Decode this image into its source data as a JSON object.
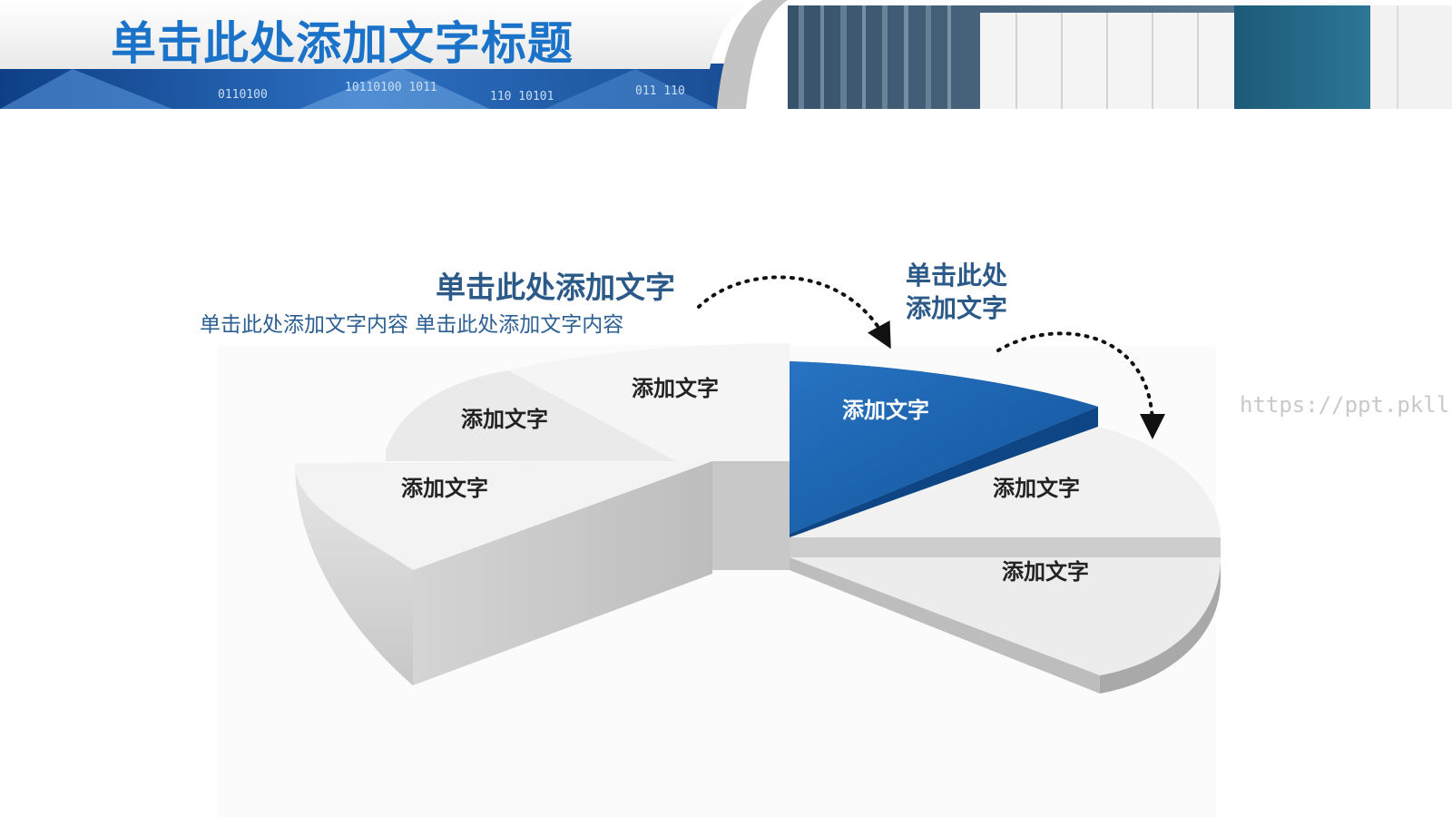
{
  "header": {
    "title": "单击此处添加文字标题",
    "binary_texts": [
      "0110100",
      "10110100 1011",
      "110 10101",
      "011 110"
    ]
  },
  "callout_left": {
    "heading": "单击此处添加文字",
    "subtext": "单击此处添加文字内容  单击此处添加文字内容"
  },
  "callout_right": {
    "line1": "单击此处",
    "line2": "添加文字"
  },
  "segments": [
    {
      "label": "添加文字",
      "color": "#f3f3f3"
    },
    {
      "label": "添加文字",
      "color": "#eaeaea"
    },
    {
      "label": "添加文字",
      "color": "#f5f5f5"
    },
    {
      "label": "添加文字",
      "color": "#1b63ad"
    },
    {
      "label": "添加文字",
      "color": "#f1f1f1"
    },
    {
      "label": "添加文字",
      "color": "#ececec"
    }
  ],
  "watermark": "https://ppt.pkll.de",
  "colors": {
    "accent": "#1b73c9",
    "heading": "#2b5a88",
    "highlight": "#1b63ad"
  }
}
